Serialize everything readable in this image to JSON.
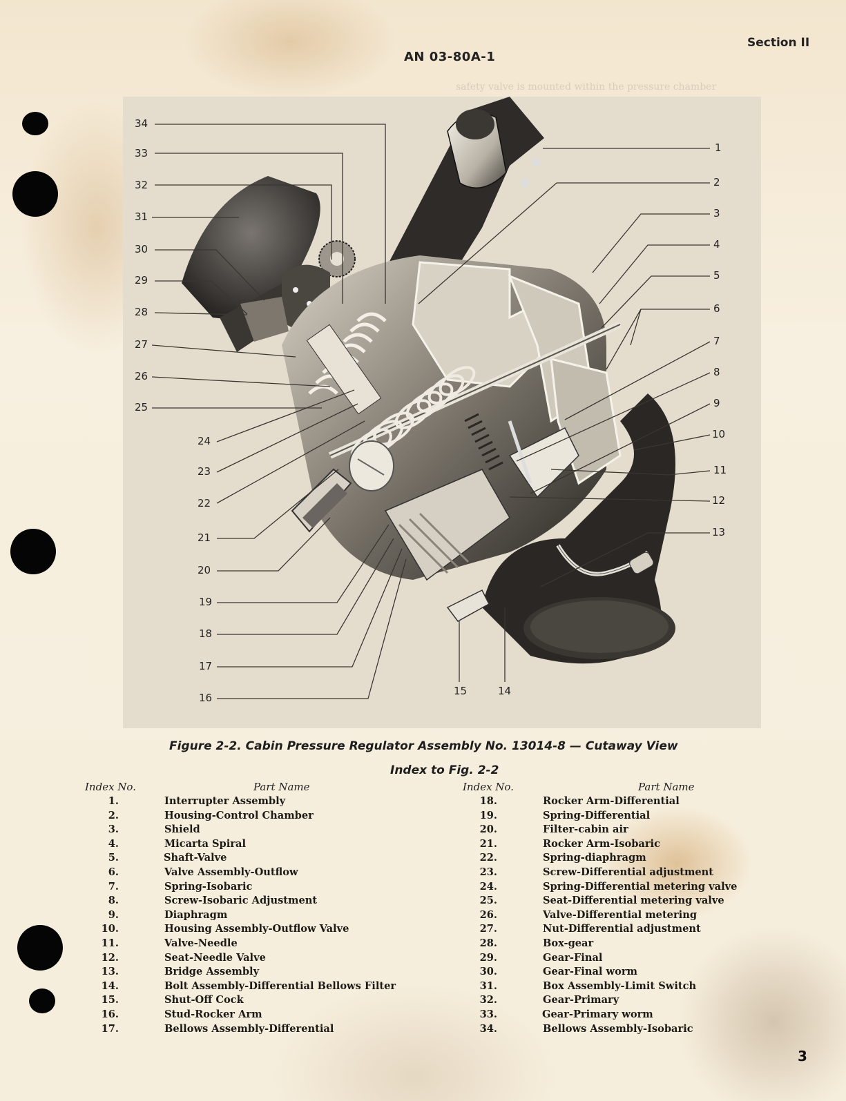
{
  "header": {
    "document_number": "AN 03-80A-1",
    "section": "Section II"
  },
  "figure": {
    "caption": "Figure 2-2. Cabin Pressure Regulator  Assembly No. 13014-8 — Cutaway View",
    "callouts_left": [
      "34",
      "33",
      "32",
      "31",
      "30",
      "29",
      "28",
      "27",
      "26",
      "25",
      "24",
      "23",
      "22",
      "21",
      "20",
      "19",
      "18",
      "17",
      "16"
    ],
    "callouts_right": [
      "1",
      "2",
      "3",
      "4",
      "5",
      "6",
      "7",
      "8",
      "9",
      "10",
      "11",
      "12",
      "13"
    ],
    "callouts_bottom": [
      "15",
      "14"
    ]
  },
  "index": {
    "title": "Index to Fig. 2-2",
    "column_headers": {
      "index_no": "Index No.",
      "part_name": "Part Name"
    },
    "left_column": [
      {
        "no": "1.",
        "name": "Interrupter Assembly"
      },
      {
        "no": "2.",
        "name": "Housing-Control Chamber"
      },
      {
        "no": "3.",
        "name": "Shield"
      },
      {
        "no": "4.",
        "name": "Micarta Spiral"
      },
      {
        "no": "5.",
        "name": "Shaft-Valve"
      },
      {
        "no": "6.",
        "name": "Valve Assembly-Outflow"
      },
      {
        "no": "7.",
        "name": "Spring-Isobaric"
      },
      {
        "no": "8.",
        "name": "Screw-Isobaric Adjustment"
      },
      {
        "no": "9.",
        "name": "Diaphragm"
      },
      {
        "no": "10.",
        "name": "Housing Assembly-Outflow Valve"
      },
      {
        "no": "11.",
        "name": "Valve-Needle"
      },
      {
        "no": "12.",
        "name": "Seat-Needle Valve"
      },
      {
        "no": "13.",
        "name": "Bridge Assembly"
      },
      {
        "no": "14.",
        "name": "Bolt Assembly-Differential Bellows Filter"
      },
      {
        "no": "15.",
        "name": "Shut-Off Cock"
      },
      {
        "no": "16.",
        "name": "Stud-Rocker Arm"
      },
      {
        "no": "17.",
        "name": "Bellows Assembly-Differential"
      }
    ],
    "right_column": [
      {
        "no": "18.",
        "name": "Rocker Arm-Differential"
      },
      {
        "no": "19.",
        "name": "Spring-Differential"
      },
      {
        "no": "20.",
        "name": "Filter-cabin air"
      },
      {
        "no": "21.",
        "name": "Rocker Arm-Isobaric"
      },
      {
        "no": "22.",
        "name": "Spring-diaphragm"
      },
      {
        "no": "23.",
        "name": "Screw-Differential adjustment"
      },
      {
        "no": "24.",
        "name": "Spring-Differential metering valve"
      },
      {
        "no": "25.",
        "name": "Seat-Differential metering valve"
      },
      {
        "no": "26.",
        "name": "Valve-Differential metering"
      },
      {
        "no": "27.",
        "name": "Nut-Differential adjustment"
      },
      {
        "no": "28.",
        "name": "Box-gear"
      },
      {
        "no": "29.",
        "name": "Gear-Final"
      },
      {
        "no": "30.",
        "name": "Gear-Final worm"
      },
      {
        "no": "31.",
        "name": "Box Assembly-Limit Switch"
      },
      {
        "no": "32.",
        "name": "Gear-Primary"
      },
      {
        "no": "33.",
        "name": "Gear-Primary worm"
      },
      {
        "no": "34.",
        "name": "Bellows Assembly-Isobaric"
      }
    ]
  },
  "footer": {
    "page_number": "3"
  },
  "colors": {
    "paper": "#f6eedd",
    "figure_background": "#e4ddce",
    "ink": "#1c1a16",
    "stain": "#c4965a"
  }
}
